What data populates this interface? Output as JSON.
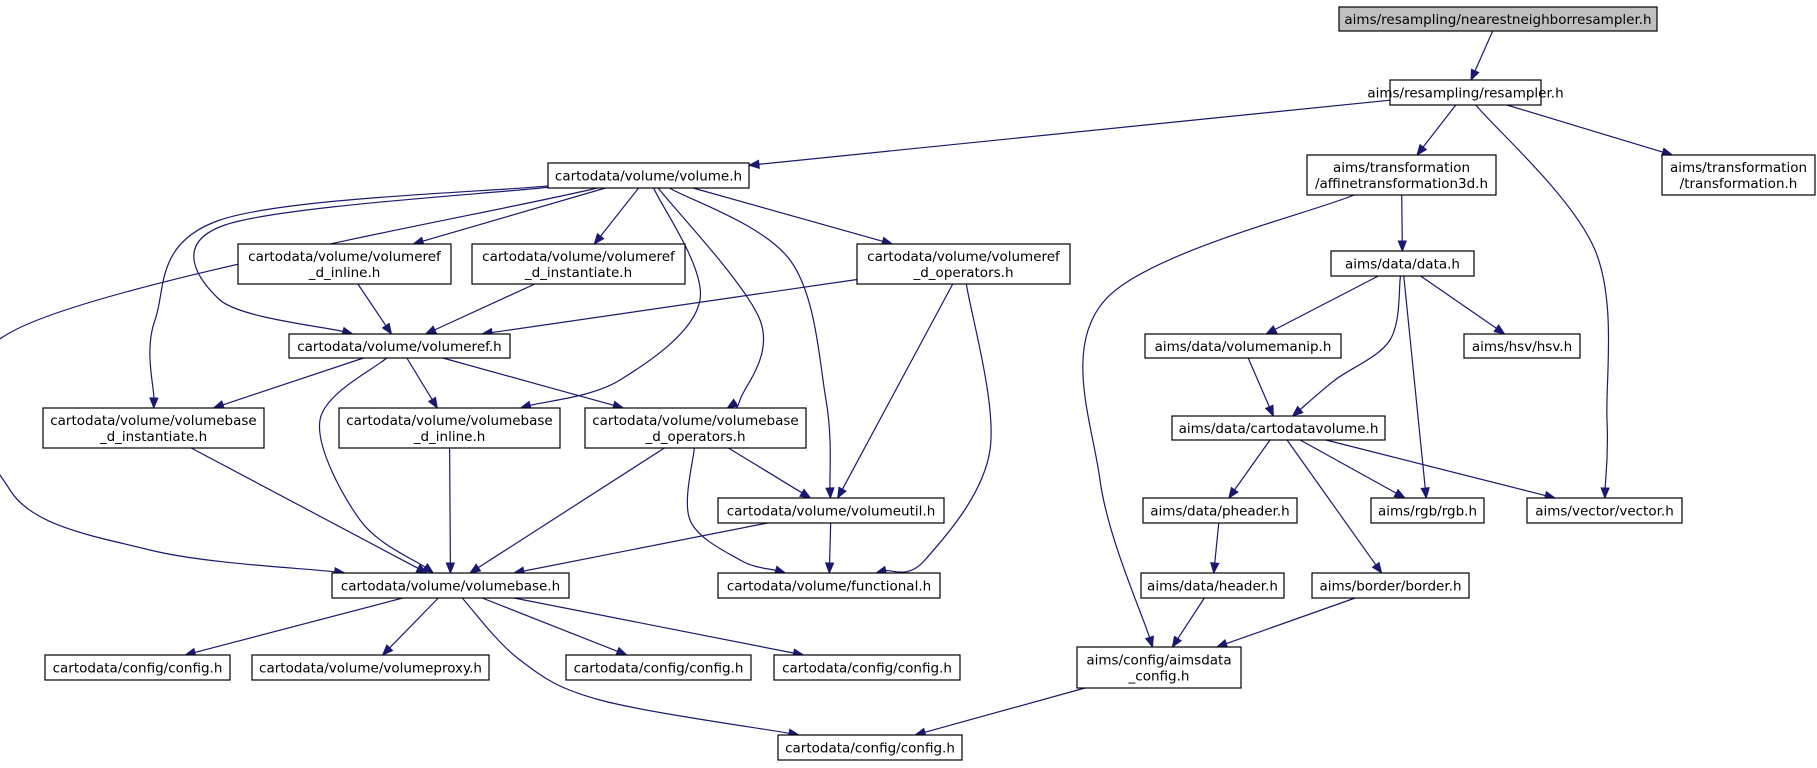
{
  "colors": {
    "edge": "#191970",
    "root_fill": "#bfbfbf",
    "node_fill": "#ffffff",
    "node_border": "#000000"
  },
  "nodes": [
    {
      "id": "root",
      "lines": [
        "aims/resampling/nearestneighborresampler.h"
      ],
      "root": true
    },
    {
      "id": "resampler",
      "lines": [
        "aims/resampling/resampler.h"
      ]
    },
    {
      "id": "volume",
      "lines": [
        "cartodata/volume/volume.h"
      ]
    },
    {
      "id": "affine",
      "lines": [
        "aims/transformation",
        "/affinetransformation3d.h"
      ]
    },
    {
      "id": "transformation",
      "lines": [
        "aims/transformation",
        "/transformation.h"
      ]
    },
    {
      "id": "vr_inline",
      "lines": [
        "cartodata/volume/volumeref",
        "_d_inline.h"
      ]
    },
    {
      "id": "vr_inst",
      "lines": [
        "cartodata/volume/volumeref",
        "_d_instantiate.h"
      ]
    },
    {
      "id": "vr_ops",
      "lines": [
        "cartodata/volume/volumeref",
        "_d_operators.h"
      ]
    },
    {
      "id": "volumeref",
      "lines": [
        "cartodata/volume/volumeref.h"
      ]
    },
    {
      "id": "vb_inst",
      "lines": [
        "cartodata/volume/volumebase",
        "_d_instantiate.h"
      ]
    },
    {
      "id": "vb_inline",
      "lines": [
        "cartodata/volume/volumebase",
        "_d_inline.h"
      ]
    },
    {
      "id": "vb_ops",
      "lines": [
        "cartodata/volume/volumebase",
        "_d_operators.h"
      ]
    },
    {
      "id": "volumeutil",
      "lines": [
        "cartodata/volume/volumeutil.h"
      ]
    },
    {
      "id": "volumebase",
      "lines": [
        "cartodata/volume/volumebase.h"
      ]
    },
    {
      "id": "functional",
      "lines": [
        "cartodata/volume/functional.h"
      ]
    },
    {
      "id": "config1",
      "lines": [
        "cartodata/config/config.h"
      ]
    },
    {
      "id": "volumeproxy",
      "lines": [
        "cartodata/volume/volumeproxy.h"
      ]
    },
    {
      "id": "config2",
      "lines": [
        "cartodata/config/config.h"
      ]
    },
    {
      "id": "config3",
      "lines": [
        "cartodata/config/config.h"
      ]
    },
    {
      "id": "config4",
      "lines": [
        "cartodata/config/config.h"
      ]
    },
    {
      "id": "data",
      "lines": [
        "aims/data/data.h"
      ]
    },
    {
      "id": "volumemanip",
      "lines": [
        "aims/data/volumemanip.h"
      ]
    },
    {
      "id": "hsv",
      "lines": [
        "aims/hsv/hsv.h"
      ]
    },
    {
      "id": "cartodatavolume",
      "lines": [
        "aims/data/cartodatavolume.h"
      ]
    },
    {
      "id": "pheader",
      "lines": [
        "aims/data/pheader.h"
      ]
    },
    {
      "id": "rgb",
      "lines": [
        "aims/rgb/rgb.h"
      ]
    },
    {
      "id": "vector",
      "lines": [
        "aims/vector/vector.h"
      ]
    },
    {
      "id": "header",
      "lines": [
        "aims/data/header.h"
      ]
    },
    {
      "id": "border",
      "lines": [
        "aims/border/border.h"
      ]
    },
    {
      "id": "aimsdata_config",
      "lines": [
        "aims/config/aimsdata",
        "_config.h"
      ]
    }
  ],
  "edges": [
    [
      "root",
      "resampler"
    ],
    [
      "resampler",
      "volume"
    ],
    [
      "resampler",
      "affine"
    ],
    [
      "resampler",
      "transformation"
    ],
    [
      "resampler",
      "vector"
    ],
    [
      "volume",
      "vr_inline"
    ],
    [
      "volume",
      "vr_inst"
    ],
    [
      "volume",
      "vr_ops"
    ],
    [
      "volume",
      "volumeref"
    ],
    [
      "volume",
      "vb_inst"
    ],
    [
      "volume",
      "vb_inline"
    ],
    [
      "volume",
      "vb_ops"
    ],
    [
      "volume",
      "volumeutil"
    ],
    [
      "volume",
      "volumebase"
    ],
    [
      "vr_inline",
      "volumeref"
    ],
    [
      "vr_inst",
      "volumeref"
    ],
    [
      "vr_ops",
      "volumeref"
    ],
    [
      "vr_ops",
      "volumeutil"
    ],
    [
      "vr_ops",
      "functional"
    ],
    [
      "volumeref",
      "vb_inst"
    ],
    [
      "volumeref",
      "vb_inline"
    ],
    [
      "volumeref",
      "vb_ops"
    ],
    [
      "volumeref",
      "volumebase"
    ],
    [
      "vb_inst",
      "volumebase"
    ],
    [
      "vb_inline",
      "volumebase"
    ],
    [
      "vb_ops",
      "volumebase"
    ],
    [
      "vb_ops",
      "volumeutil"
    ],
    [
      "vb_ops",
      "functional"
    ],
    [
      "volumeutil",
      "volumebase"
    ],
    [
      "volumeutil",
      "functional"
    ],
    [
      "volumebase",
      "config1"
    ],
    [
      "volumebase",
      "volumeproxy"
    ],
    [
      "volumebase",
      "config2"
    ],
    [
      "volumebase",
      "config3"
    ],
    [
      "volumebase",
      "config4"
    ],
    [
      "affine",
      "data"
    ],
    [
      "affine",
      "aimsdata_config"
    ],
    [
      "data",
      "volumemanip"
    ],
    [
      "data",
      "hsv"
    ],
    [
      "data",
      "cartodatavolume"
    ],
    [
      "data",
      "rgb"
    ],
    [
      "volumemanip",
      "cartodatavolume"
    ],
    [
      "cartodatavolume",
      "pheader"
    ],
    [
      "cartodatavolume",
      "rgb"
    ],
    [
      "cartodatavolume",
      "vector"
    ],
    [
      "cartodatavolume",
      "border"
    ],
    [
      "pheader",
      "header"
    ],
    [
      "header",
      "aimsdata_config"
    ],
    [
      "border",
      "aimsdata_config"
    ],
    [
      "aimsdata_config",
      "config4"
    ]
  ]
}
